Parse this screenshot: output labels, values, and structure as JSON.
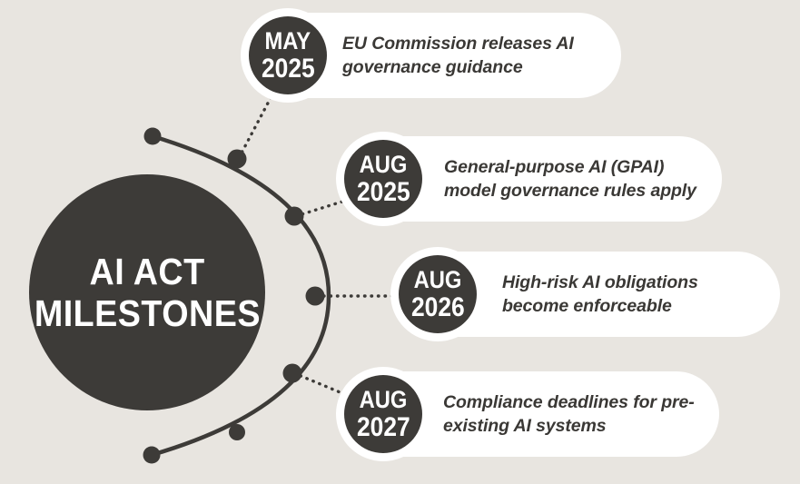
{
  "graphic": {
    "type": "circular-timeline-infographic",
    "background_color": "#e8e5e0",
    "dark_color": "#3d3b38",
    "card_color": "#ffffff"
  },
  "hub": {
    "line1": "AI ACT",
    "line2": "MILESTONES"
  },
  "milestones": [
    {
      "month": "MAY",
      "year": "2025",
      "text": "EU Commission releases AI governance guidance"
    },
    {
      "month": "AUG",
      "year": "2025",
      "text": "General-purpose AI (GPAI) model governance rules apply"
    },
    {
      "month": "AUG",
      "year": "2026",
      "text": "High-risk AI obligations become enforceable"
    },
    {
      "month": "AUG",
      "year": "2027",
      "text": "Compliance deadlines for pre-existing AI systems"
    }
  ]
}
